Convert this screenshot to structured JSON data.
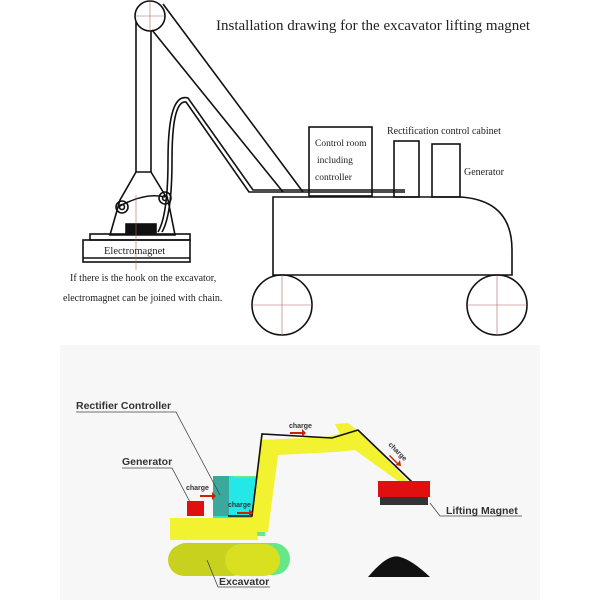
{
  "top": {
    "title": "Installation drawing for the excavator lifting magnet",
    "control_room": [
      "Control room",
      "including",
      "controller"
    ],
    "rectification": "Rectification control cabinet",
    "generator": "Generator",
    "electromagnet": "Electromagnet",
    "note": [
      "If there is the hook on the excavator,",
      "electromagnet can be joined with chain."
    ]
  },
  "bottom": {
    "rectifier_controller": "Rectifier Controller",
    "generator": "Generator",
    "lifting_magnet": "Lifting Magnet",
    "excavator": "Excavator",
    "charge": "charge"
  },
  "colors": {
    "yellow": "#f2f230",
    "cyan": "#22e8e8",
    "teal": "#3aa89a",
    "green": "#66e88a",
    "red": "#e01010"
  }
}
